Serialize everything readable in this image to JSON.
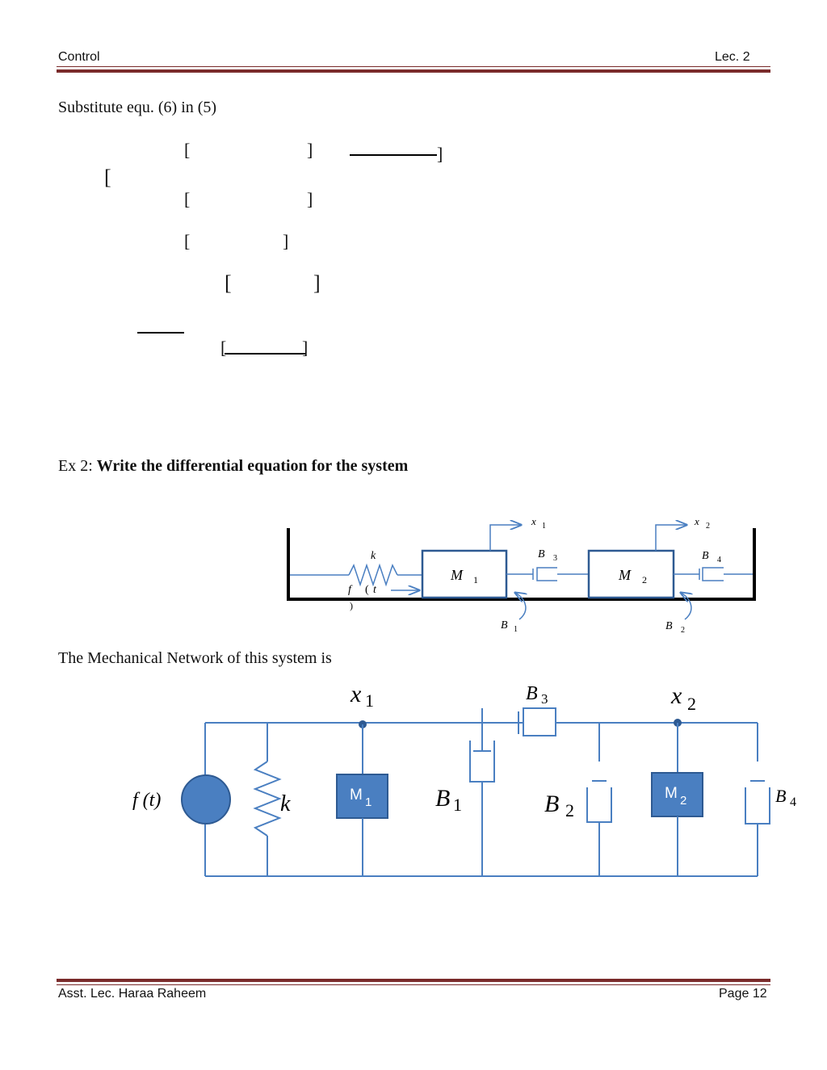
{
  "header": {
    "left": "Control",
    "right": "Lec. 2"
  },
  "intro": {
    "substitute_text": "Substitute  equ. (6) in (5)"
  },
  "example": {
    "prefix": "Ex 2: ",
    "title": "Write the differential equation for the system"
  },
  "system": {
    "x1": "x",
    "x1_sub": "1",
    "x2": "x",
    "x2_sub": "2",
    "k": "k",
    "f": "f",
    "f_paren_open": "(",
    "f_t": "t",
    "f_paren_close": ")",
    "B": "B",
    "B1_sub": "1",
    "B2_sub": "2",
    "B3_sub": "3",
    "B4_sub": "4",
    "M": "M",
    "M1_sub": "1",
    "M2_sub": "2"
  },
  "network_caption": "The Mechanical Network of this system is",
  "network": {
    "x": "x",
    "x1_sub": "1",
    "x2_sub": "2",
    "k": "k",
    "f_label": "f (t)",
    "B": "B",
    "B1_sub": "1",
    "B2_sub": "2",
    "B3_sub": "3",
    "B4_sub": "4",
    "M": "M",
    "M1_sub": "1",
    "M2_sub": "2",
    "color_line": "#4a7fc1",
    "color_fill": "#4a7fc1"
  },
  "footer": {
    "left": "Asst. Lec. Haraa Raheem",
    "right": "Page 12"
  }
}
